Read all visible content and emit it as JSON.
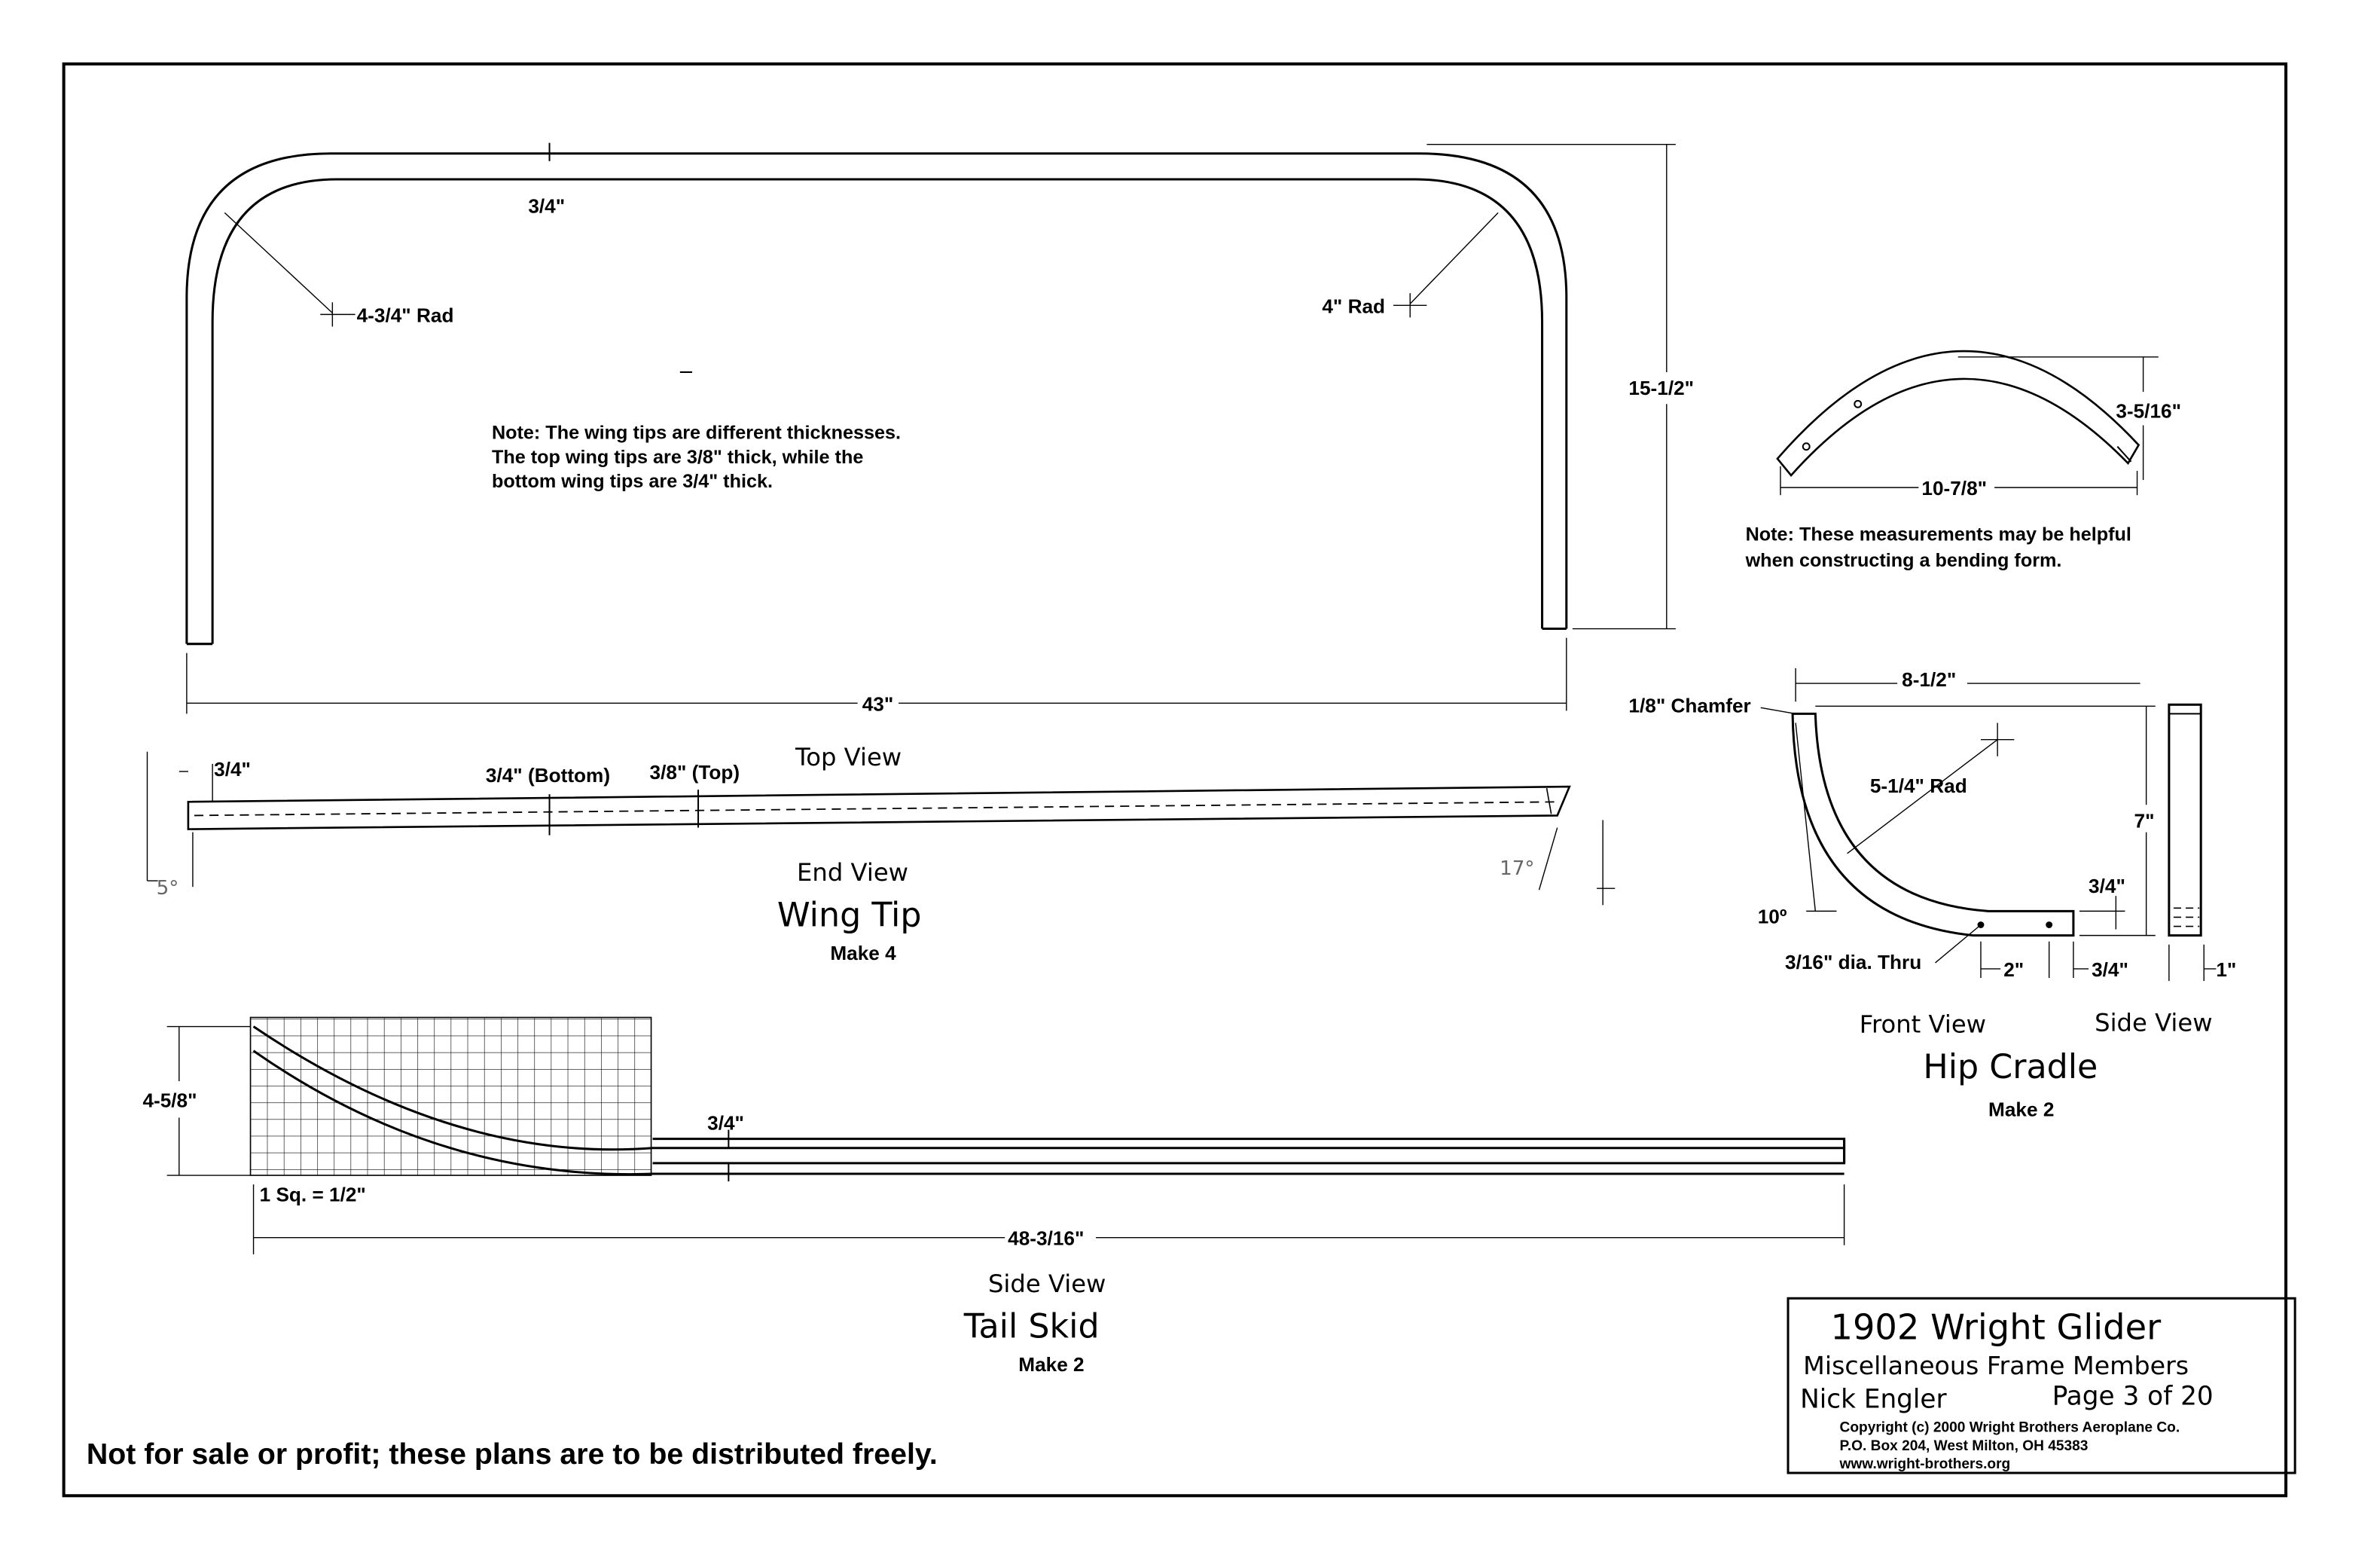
{
  "wing_tip": {
    "dim_thickness": "3/4\"",
    "radius_left": "4-3/4\" Rad",
    "radius_right": "4\" Rad",
    "height": "15-1/2\"",
    "length": "43\"",
    "note_line1": "Note: The wing tips are different thicknesses.",
    "note_line2": "The top wing tips are 3/8\" thick, while the",
    "note_line3": "bottom wing tips are 3/4\" thick.",
    "end_dim_left": "3/4\"",
    "end_dim_bottom": "3/4\" (Bottom)",
    "end_dim_top": "3/8\" (Top)",
    "view_top": "Top View",
    "angle_left": "5°",
    "angle_right": "17°",
    "view_end": "End View",
    "title": "Wing Tip",
    "quantity": "Make 4"
  },
  "bending_form": {
    "height": "3-5/16\"",
    "width": "10-7/8\"",
    "note_line1": "Note: These measurements may be helpful",
    "note_line2": "when constructing a bending form."
  },
  "hip_cradle": {
    "chamfer": "1/8\" Chamfer",
    "width": "8-1/2\"",
    "radius": "5-1/4\" Rad",
    "height": "7\"",
    "angle": "10º",
    "end_thickness": "3/4\"",
    "hole": "3/16\" dia. Thru",
    "hole_spacing": "2\"",
    "end_length": "3/4\"",
    "side_thickness": "1\"",
    "view_front": "Front View",
    "view_side": "Side View",
    "title": "Hip Cradle",
    "quantity": "Make 2"
  },
  "tail_skid": {
    "height": "4-5/8\"",
    "thickness": "3/4\"",
    "grid_scale": "1 Sq. = 1/2\"",
    "length": "48-3/16\"",
    "view": "Side View",
    "title": "Tail Skid",
    "quantity": "Make 2"
  },
  "footer_notice": "Not for sale or profit; these plans are to be distributed freely.",
  "title_block": {
    "title": "1902 Wright Glider",
    "subtitle": "Miscellaneous Frame Members",
    "author": "Nick Engler",
    "page": "Page 3 of 20",
    "copyright_line1": "Copyright  (c)  2000 Wright Brothers Aeroplane Co.",
    "copyright_line2": "P.O. Box 204, West Milton, OH  45383",
    "copyright_line3": "www.wright-brothers.org"
  }
}
